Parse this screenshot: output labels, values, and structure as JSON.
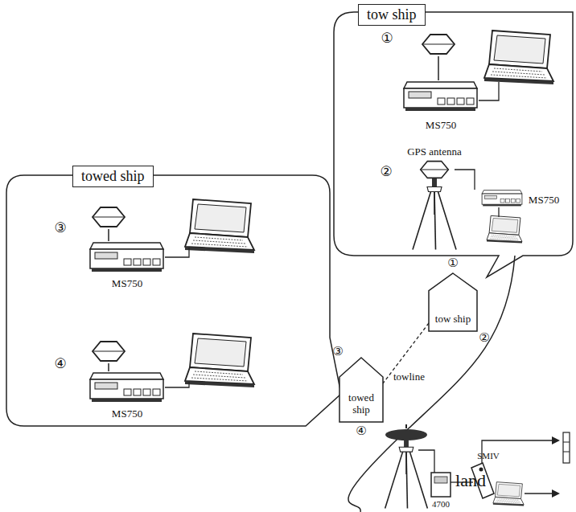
{
  "diagram": {
    "nodes": [
      {
        "text": [
          "tow ship"
        ]
      },
      {
        "text": [
          "towed ship"
        ]
      },
      {
        "text": [
          "tow ship"
        ]
      },
      {
        "text": [
          "towed ship"
        ]
      }
    ],
    "edges": [
      {
        "from": 2,
        "to": 3,
        "arrow": "none",
        "label": "towline"
      }
    ],
    "labels": [
      "①",
      "MS750",
      "②",
      "GPS antenna",
      "MS750",
      "③",
      "MS750",
      "④",
      "MS750",
      "①",
      "②",
      "③",
      "④",
      "land",
      "4700",
      "SMIV"
    ]
  }
}
